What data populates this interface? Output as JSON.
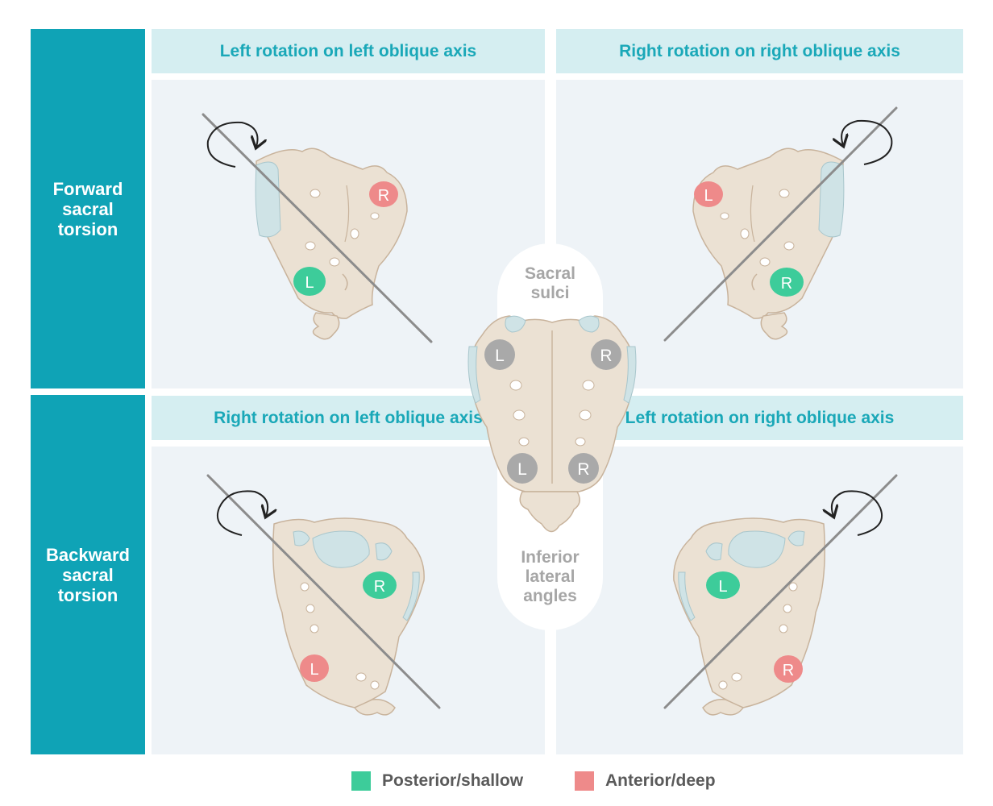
{
  "rows": {
    "forward": "Forward\nsacral\ntorsion",
    "backward": "Backward\nsacral\ntorsion"
  },
  "quadrants": {
    "tl": "Left rotation on left oblique axis",
    "tr": "Right rotation on right oblique axis",
    "bl": "Right rotation on left oblique axis",
    "br": "Left rotation on right oblique axis"
  },
  "center": {
    "top_label": "Sacral\nsulci",
    "bottom_label": "Inferior\nlateral\nangles",
    "sulci_left": "L",
    "sulci_right": "R",
    "ila_left": "L",
    "ila_right": "R"
  },
  "markers": {
    "tl_top": "R",
    "tl_bottom": "L",
    "tr_top": "L",
    "tr_bottom": "R",
    "bl_top": "R",
    "bl_bottom": "L",
    "br_top": "L",
    "br_bottom": "R"
  },
  "legend": {
    "posterior": "Posterior/shallow",
    "anterior": "Anterior/deep"
  },
  "colors": {
    "teal": "#0fa3b6",
    "header_bg": "#d5eef1",
    "panel_bg": "#eef3f7",
    "bone": "#ebe1d3",
    "bone_outline": "#c8b39c",
    "cartilage": "#cfe3e6",
    "posterior": "#3dcc9a",
    "anterior": "#ee8a8a",
    "neutral": "#a9a9a9"
  }
}
